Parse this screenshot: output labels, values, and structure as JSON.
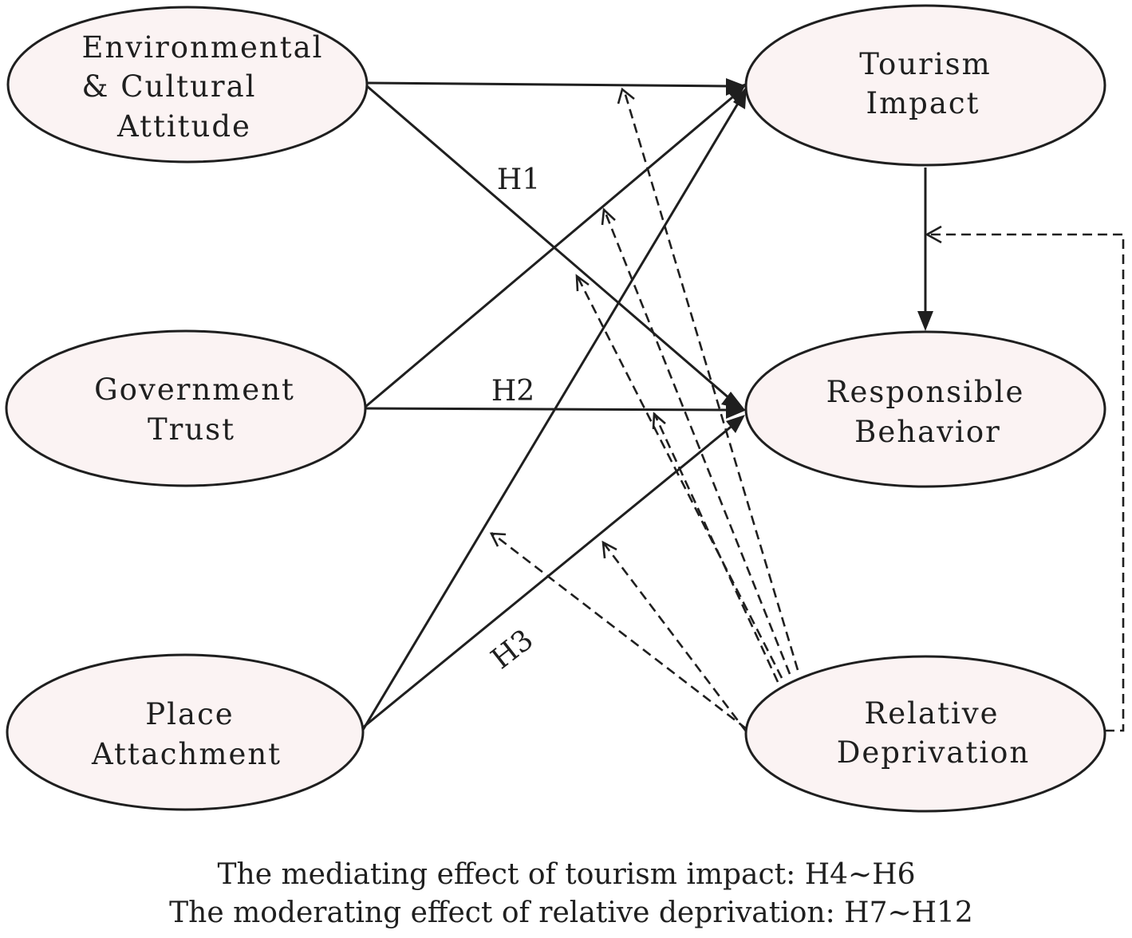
{
  "nodes": {
    "environmental_cultural_attitude": [
      "Environmental",
      "& Cultural",
      "Attitude"
    ],
    "government_trust": [
      "Government",
      "Trust"
    ],
    "place_attachment": [
      "Place",
      "Attachment"
    ],
    "tourism_impact": [
      "Tourism",
      "Impact"
    ],
    "responsible_behavior": [
      "Responsible",
      "Behavior"
    ],
    "relative_deprivation": [
      "Relative",
      "Deprivation"
    ]
  },
  "hypotheses": {
    "h1": "H1",
    "h2": "H2",
    "h3": "H3"
  },
  "caption": {
    "line1": "The mediating effect of tourism impact: H4~H6",
    "line2": "The moderating effect of relative deprivation: H7~H12"
  },
  "colors": {
    "node_fill": "#fbf3f3",
    "stroke": "#1f1f1f"
  }
}
